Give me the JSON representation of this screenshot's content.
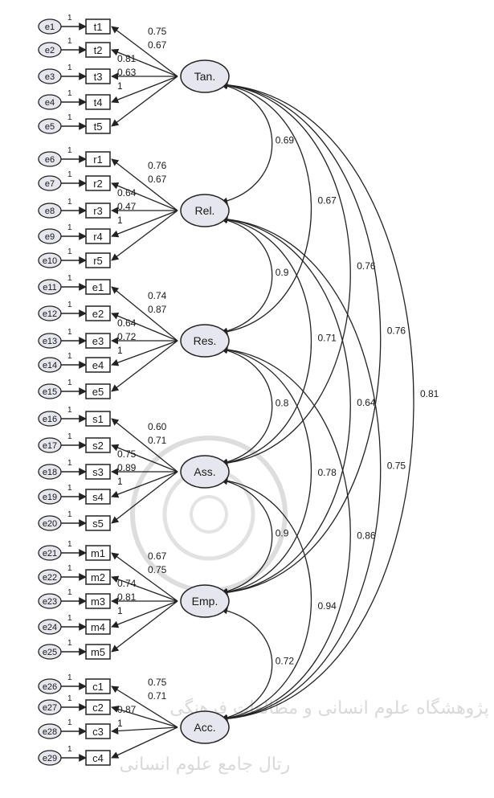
{
  "watermark": {
    "line1": "پژوهشگاه علوم انسانی و مطالعات فرهنگی",
    "line2": "رتال جامع علوم انسانی"
  },
  "factors": [
    {
      "name": "Tan."
    },
    {
      "name": "Rel."
    },
    {
      "name": "Res."
    },
    {
      "name": "Ass."
    },
    {
      "name": "Emp."
    },
    {
      "name": "Acc."
    }
  ],
  "items": [
    {
      "label": "t1",
      "error": "e1",
      "factor": 0
    },
    {
      "label": "t2",
      "error": "e2",
      "factor": 0
    },
    {
      "label": "t3",
      "error": "e3",
      "factor": 0
    },
    {
      "label": "t4",
      "error": "e4",
      "factor": 0
    },
    {
      "label": "t5",
      "error": "e5",
      "factor": 0
    },
    {
      "label": "r1",
      "error": "e6",
      "factor": 1
    },
    {
      "label": "r2",
      "error": "e7",
      "factor": 1
    },
    {
      "label": "r3",
      "error": "e8",
      "factor": 1
    },
    {
      "label": "r4",
      "error": "e9",
      "factor": 1
    },
    {
      "label": "r5",
      "error": "e10",
      "factor": 1
    },
    {
      "label": "e1",
      "error": "e11",
      "factor": 2
    },
    {
      "label": "e2",
      "error": "e12",
      "factor": 2
    },
    {
      "label": "e3",
      "error": "e13",
      "factor": 2
    },
    {
      "label": "e4",
      "error": "e14",
      "factor": 2
    },
    {
      "label": "e5",
      "error": "e15",
      "factor": 2
    },
    {
      "label": "s1",
      "error": "e16",
      "factor": 3
    },
    {
      "label": "s2",
      "error": "e17",
      "factor": 3
    },
    {
      "label": "s3",
      "error": "e18",
      "factor": 3
    },
    {
      "label": "s4",
      "error": "e19",
      "factor": 3
    },
    {
      "label": "s5",
      "error": "e20",
      "factor": 3
    },
    {
      "label": "m1",
      "error": "e21",
      "factor": 4
    },
    {
      "label": "m2",
      "error": "e22",
      "factor": 4
    },
    {
      "label": "m3",
      "error": "e23",
      "factor": 4
    },
    {
      "label": "m4",
      "error": "e24",
      "factor": 4
    },
    {
      "label": "m5",
      "error": "e25",
      "factor": 4
    },
    {
      "label": "c1",
      "error": "e26",
      "factor": 5
    },
    {
      "label": "c2",
      "error": "e27",
      "factor": 5
    },
    {
      "label": "c3",
      "error": "e28",
      "factor": 5
    },
    {
      "label": "c4",
      "error": "e29",
      "factor": 5
    }
  ],
  "error_path_label": "1",
  "loadings": [
    {
      "factor": 0,
      "values": [
        "0.75",
        "0.67",
        "0.81",
        "0.63",
        "1"
      ]
    },
    {
      "factor": 1,
      "values": [
        "0.76",
        "0.67",
        "0.64",
        "0.47",
        "1"
      ]
    },
    {
      "factor": 2,
      "values": [
        "0.74",
        "0.87",
        "0.64",
        "0.72",
        "1"
      ]
    },
    {
      "factor": 3,
      "values": [
        "0.60",
        "0.71",
        "0.75",
        "0.89",
        "1"
      ]
    },
    {
      "factor": 4,
      "values": [
        "0.67",
        "0.75",
        "0.74",
        "0.81",
        "1"
      ]
    },
    {
      "factor": 5,
      "values": [
        "0.75",
        "0.71",
        "0.87",
        "1"
      ]
    }
  ],
  "covariances": [
    {
      "from": 0,
      "to": 1,
      "value": "0.69"
    },
    {
      "from": 1,
      "to": 2,
      "value": "0.9"
    },
    {
      "from": 2,
      "to": 3,
      "value": "0.8"
    },
    {
      "from": 3,
      "to": 4,
      "value": "0.9"
    },
    {
      "from": 4,
      "to": 5,
      "value": "0.72"
    },
    {
      "from": 0,
      "to": 2,
      "value": "0.67"
    },
    {
      "from": 1,
      "to": 3,
      "value": "0.71"
    },
    {
      "from": 2,
      "to": 4,
      "value": "0.78"
    },
    {
      "from": 3,
      "to": 5,
      "value": "0.94"
    },
    {
      "from": 0,
      "to": 3,
      "value": "0.76"
    },
    {
      "from": 1,
      "to": 4,
      "value": "0.64"
    },
    {
      "from": 2,
      "to": 5,
      "value": "0.86"
    },
    {
      "from": 0,
      "to": 4,
      "value": "0.76"
    },
    {
      "from": 1,
      "to": 5,
      "value": "0.75"
    },
    {
      "from": 0,
      "to": 5,
      "value": "0.81"
    }
  ],
  "colors": {
    "background": "#ffffff",
    "ellipse_fill": "#e6e6ee",
    "stroke": "#222222",
    "text": "#1a1a1a",
    "watermark": "#d9d9d9"
  }
}
